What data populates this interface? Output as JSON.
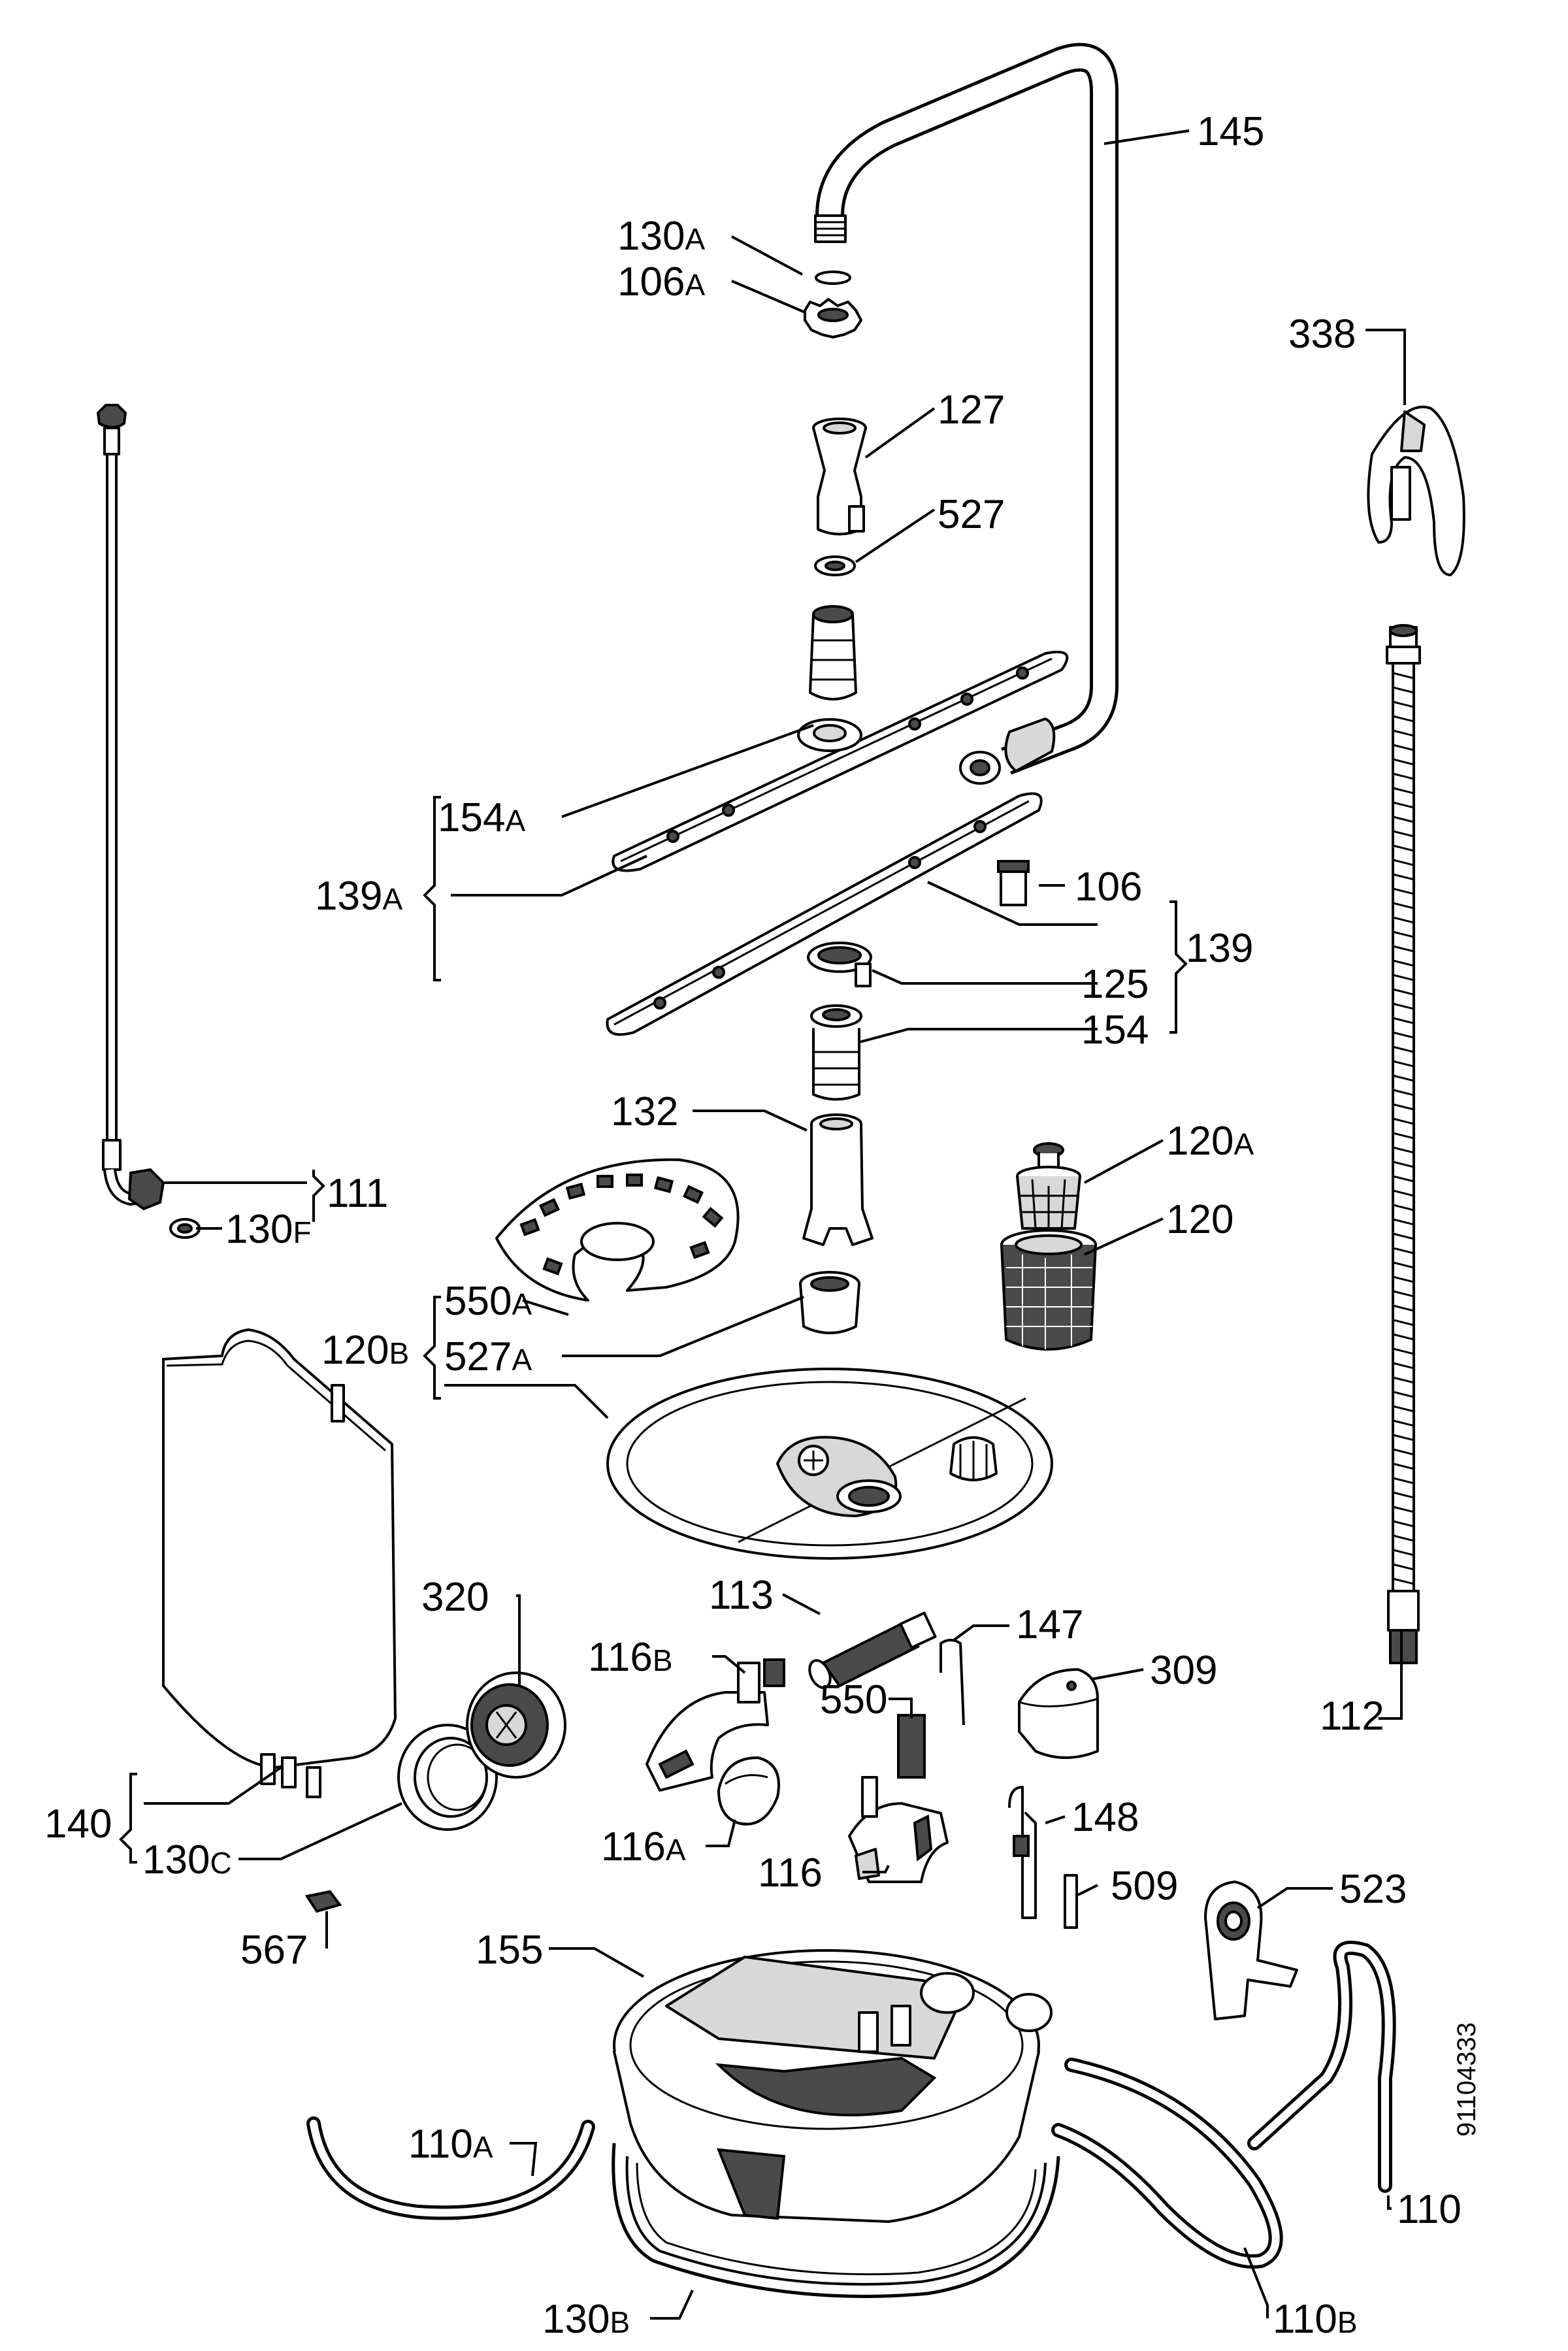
{
  "labels": {
    "l145": {
      "num": "145",
      "sfx": ""
    },
    "l130A": {
      "num": "130",
      "sfx": "A"
    },
    "l106A": {
      "num": "106",
      "sfx": "A"
    },
    "l338": {
      "num": "338",
      "sfx": ""
    },
    "l127": {
      "num": "127",
      "sfx": ""
    },
    "l527": {
      "num": "527",
      "sfx": ""
    },
    "l154A": {
      "num": "154",
      "sfx": "A"
    },
    "l139A": {
      "num": "139",
      "sfx": "A"
    },
    "l106": {
      "num": "106",
      "sfx": ""
    },
    "l139": {
      "num": "139",
      "sfx": ""
    },
    "l125": {
      "num": "125",
      "sfx": ""
    },
    "l154": {
      "num": "154",
      "sfx": ""
    },
    "l132": {
      "num": "132",
      "sfx": ""
    },
    "l120A": {
      "num": "120",
      "sfx": "A"
    },
    "l111": {
      "num": "111",
      "sfx": ""
    },
    "l130F": {
      "num": "130",
      "sfx": "F"
    },
    "l120": {
      "num": "120",
      "sfx": ""
    },
    "l550A": {
      "num": "550",
      "sfx": "A"
    },
    "l120B": {
      "num": "120",
      "sfx": "B"
    },
    "l527A": {
      "num": "527",
      "sfx": "A"
    },
    "l113": {
      "num": "113",
      "sfx": ""
    },
    "l320": {
      "num": "320",
      "sfx": ""
    },
    "l147": {
      "num": "147",
      "sfx": ""
    },
    "l116B": {
      "num": "116",
      "sfx": "B"
    },
    "l309": {
      "num": "309",
      "sfx": ""
    },
    "l550": {
      "num": "550",
      "sfx": ""
    },
    "l112": {
      "num": "112",
      "sfx": ""
    },
    "l148": {
      "num": "148",
      "sfx": ""
    },
    "l140": {
      "num": "140",
      "sfx": ""
    },
    "l116A": {
      "num": "116",
      "sfx": "A"
    },
    "l116": {
      "num": "116",
      "sfx": ""
    },
    "l130C": {
      "num": "130",
      "sfx": "C"
    },
    "l509": {
      "num": "509",
      "sfx": ""
    },
    "l523": {
      "num": "523",
      "sfx": ""
    },
    "l567": {
      "num": "567",
      "sfx": ""
    },
    "l155": {
      "num": "155",
      "sfx": ""
    },
    "l110A": {
      "num": "110",
      "sfx": "A"
    },
    "l110": {
      "num": "110",
      "sfx": ""
    },
    "l130B": {
      "num": "130",
      "sfx": "B"
    },
    "l110B": {
      "num": "110",
      "sfx": "B"
    }
  },
  "document_id": "91104333"
}
